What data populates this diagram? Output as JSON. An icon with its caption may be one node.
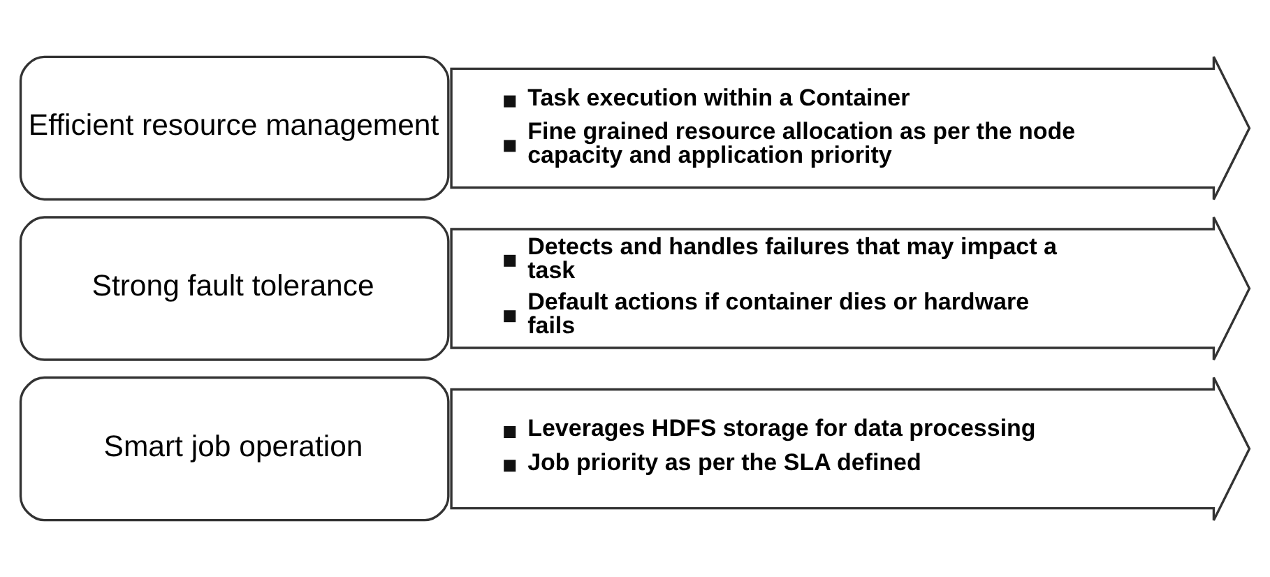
{
  "diagram": {
    "nodes": [
      {
        "text": [
          "Efficient resource management"
        ]
      },
      {
        "text": [
          "Task execution within a Container",
          "Fine grained resource allocation as per the node capacity and application priority"
        ]
      },
      {
        "text": [
          "Strong fault tolerance"
        ]
      },
      {
        "text": [
          "Detects and handles failures that may impact a task",
          "Default actions if container dies or hardware fails"
        ]
      },
      {
        "text": [
          "Smart job operation"
        ]
      },
      {
        "text": [
          "Leverages HDFS storage for data processing",
          "Job priority as per the SLA defined"
        ]
      }
    ]
  }
}
